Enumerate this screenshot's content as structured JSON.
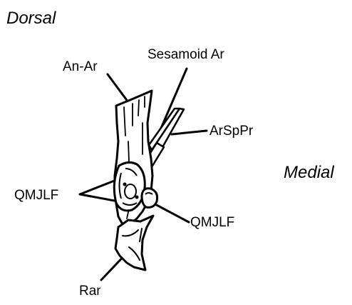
{
  "orientation": {
    "dorsal": "Dorsal",
    "medial": "Medial"
  },
  "labels": {
    "an_ar": "An-Ar",
    "sesamoid_ar": "Sesamoid Ar",
    "arsppr": "ArSpPr",
    "qmjlf_left": "QMJLF",
    "qmjlf_right": "QMJLF",
    "rar": "Rar"
  }
}
